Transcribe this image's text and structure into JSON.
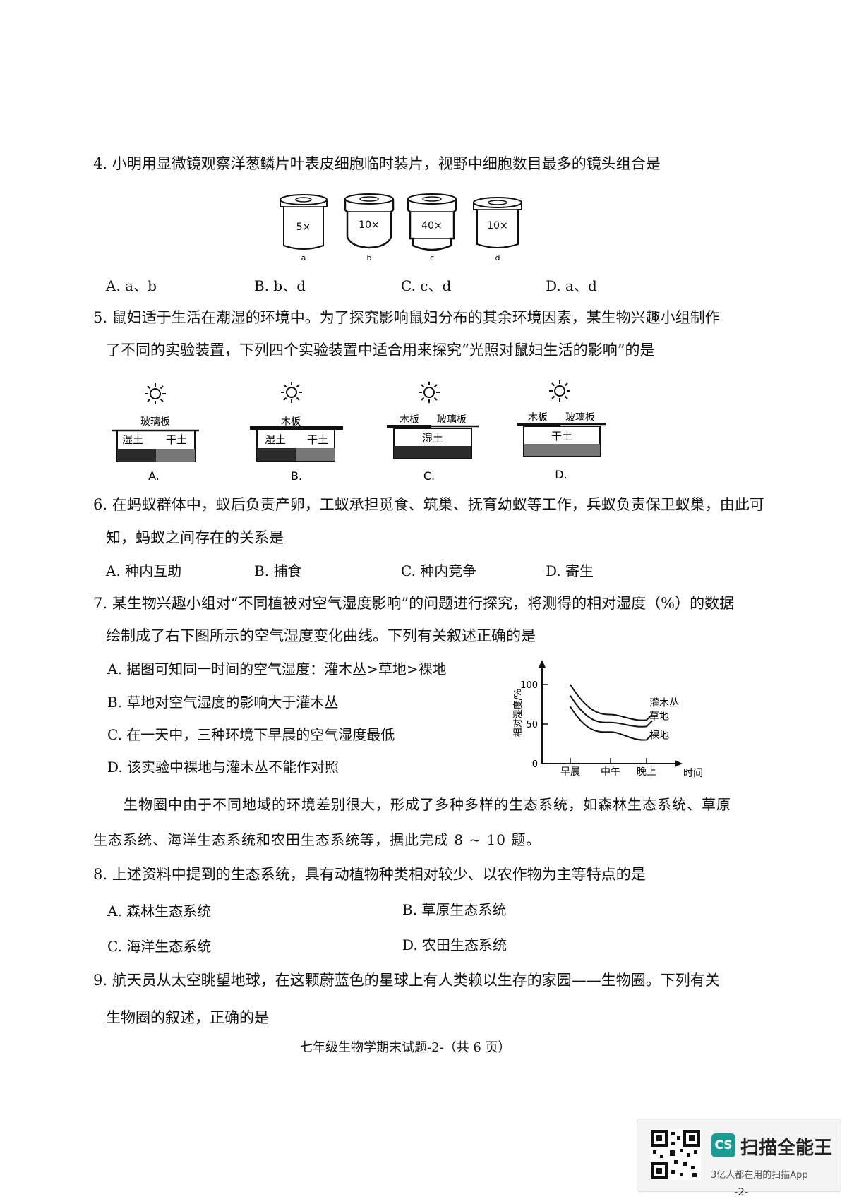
{
  "q4": {
    "stem": "4. 小明用显微镜观察洋葱鳞片叶表皮细胞临时装片，视野中细胞数目最多的镜头组合是",
    "lenses": [
      {
        "mag": "5×",
        "tag": "a"
      },
      {
        "mag": "10×",
        "tag": "b"
      },
      {
        "mag": "40×",
        "tag": "c"
      },
      {
        "mag": "10×",
        "tag": "d"
      }
    ],
    "options": [
      "A. a、b",
      "B. b、d",
      "C. c、d",
      "D. a、d"
    ]
  },
  "q5": {
    "line1": "5. 鼠妇适于生活在潮湿的环境中。为了探究影响鼠妇分布的其余环境因素，某生物兴趣小组制作",
    "line2": "了不同的实验装置，下列四个实验装置中适合用来探究“光照对鼠妇生活的影响”的是",
    "devices": [
      {
        "cover": "玻璃板",
        "left": "湿土",
        "right": "干土",
        "label": "A."
      },
      {
        "cover": "木板",
        "left": "湿土",
        "right": "干土",
        "label": "B."
      },
      {
        "cover_left": "木板",
        "cover_right": "玻璃板",
        "soil": "湿土",
        "label": "C."
      },
      {
        "cover_left": "木板",
        "cover_right": "玻璃板",
        "soil": "干土",
        "label": "D."
      }
    ]
  },
  "q6": {
    "line1": "6. 在蚂蚁群体中，蚁后负责产卵，工蚁承担觅食、筑巢、抚育幼蚁等工作，兵蚁负责保卫蚁巢，由此可",
    "line2": "知，蚂蚁之间存在的关系是",
    "options": [
      "A. 种内互助",
      "B. 捕食",
      "C. 种内竞争",
      "D. 寄生"
    ]
  },
  "q7": {
    "line1": "7. 某生物兴趣小组对“不同植被对空气湿度影响”的问题进行探究，将测得的相对湿度（%）的数据",
    "line2": "绘制成了右下图所示的空气湿度变化曲线。下列有关叙述正确的是",
    "options": [
      "A. 据图可知同一时间的空气湿度：灌木丛>草地>裸地",
      "B. 草地对空气湿度的影响大于灌木丛",
      "C. 在一天中，三种环境下早晨的空气湿度最低",
      "D. 该实验中裸地与灌木丛不能作对照"
    ]
  },
  "chart_data": {
    "type": "line",
    "x": [
      "早晨",
      "中午",
      "晚上"
    ],
    "xlabel": "时间",
    "ylabel": "相对湿度/%",
    "yticks": [
      0,
      50,
      100
    ],
    "ylim": [
      0,
      100
    ],
    "series": [
      {
        "name": "灌木丛",
        "values": [
          100,
          62,
          55
        ]
      },
      {
        "name": "草地",
        "values": [
          86,
          52,
          47
        ]
      },
      {
        "name": "裸地",
        "values": [
          72,
          40,
          30
        ]
      }
    ]
  },
  "material": {
    "line1": "生物圈中由于不同地域的环境差别很大，形成了多种多样的生态系统，如森林生态系统、草原",
    "line2": "生态系统、海洋生态系统和农田生态系统等，据此完成 8 ~ 10 题。"
  },
  "q8": {
    "stem": "8. 上述资料中提到的生态系统，具有动植物种类相对较少、以农作物为主等特点的是",
    "options": [
      "A. 森林生态系统",
      "B. 草原生态系统",
      "C. 海洋生态系统",
      "D. 农田生态系统"
    ]
  },
  "q9": {
    "line1": "9. 航天员从太空眺望地球，在这颗蔚蓝色的星球上有人类赖以生存的家园——生物圈。下列有关",
    "line2": "生物圈的叙述，正确的是"
  },
  "footer": {
    "text": "七年级生物学期末试题-2-（共 6 页）",
    "page_mark": "-2-"
  },
  "badge": {
    "logo": "CS",
    "name": "扫描全能王",
    "slogan": "3亿人都在用的扫描App"
  },
  "colors": {
    "ink": "#111111",
    "soil_dark": "#2a2a2a",
    "soil_gray": "#777777",
    "brand": "#1a9c95"
  }
}
